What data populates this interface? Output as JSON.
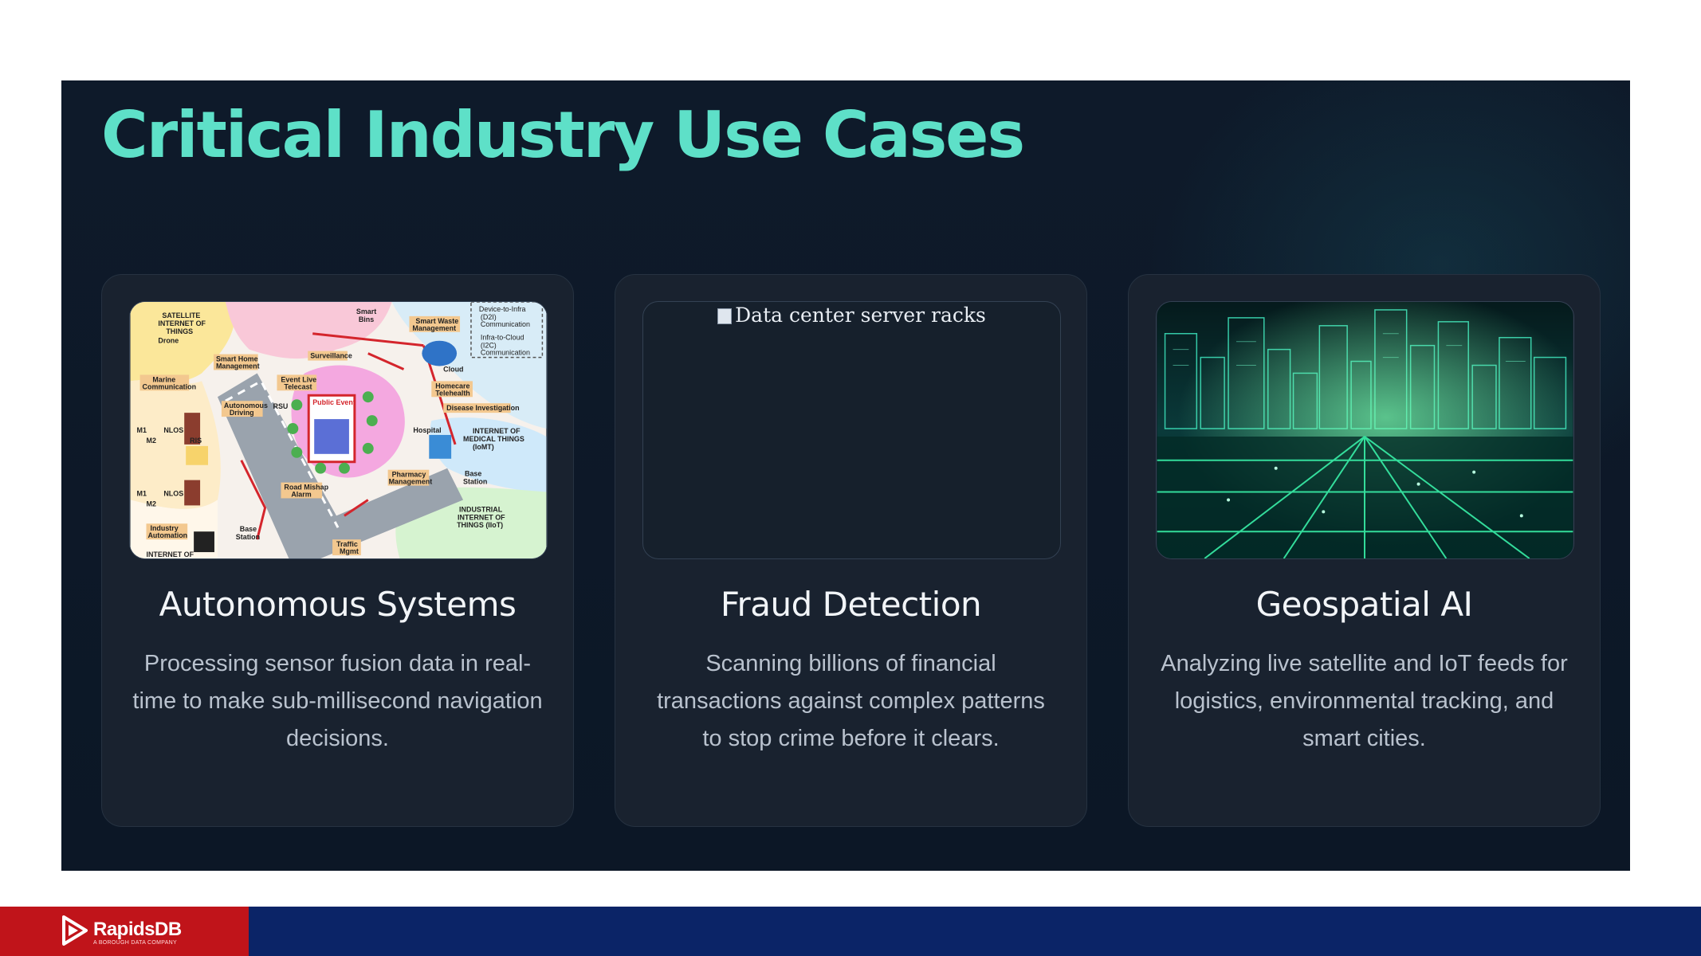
{
  "slide": {
    "title": "Critical Industry Use Cases",
    "cards": [
      {
        "title": "Autonomous Systems",
        "description": "Processing sensor fusion data in real-time to make sub-millisecond navigation decisions.",
        "image": {
          "kind": "diagram",
          "labels": [
            "SATELLITE INTERNET OF THINGS",
            "Drone",
            "Smart Bins",
            "Smart Waste Management",
            "Device-to-Infra (D2I) Communication",
            "Infra-to-Cloud (I2C) Communication",
            "Smart Home Management",
            "Surveillance",
            "Cloud",
            "Marine Communication",
            "Event Live Telecast",
            "Homecare Telehealth",
            "Autonomous Driving",
            "RSU",
            "Public Event",
            "Disease Investigation",
            "M1",
            "M2",
            "NLOS",
            "RIS",
            "Hospital",
            "INTERNET OF MEDICAL THINGS (IoMT)",
            "Road Mishap Alarm",
            "Pharmacy Management",
            "Base Station",
            "Industry Automation",
            "Traffic Mgmt",
            "INDUSTRIAL INTERNET OF THINGS (IIoT)",
            "INTERNET OF"
          ]
        }
      },
      {
        "title": "Fraud Detection",
        "description": "Scanning billions of financial transactions against complex patterns to stop crime before it clears.",
        "image": {
          "kind": "broken",
          "alt": "Data center server racks"
        }
      },
      {
        "title": "Geospatial AI",
        "description": "Analyzing live satellite and IoT feeds for logistics, environmental tracking, and smart cities.",
        "image": {
          "kind": "photo",
          "subject": "glowing-city-grid"
        }
      }
    ]
  },
  "footer": {
    "brand_name": "RapidsDB",
    "brand_tagline": "A BOROUGH DATA COMPANY",
    "logo_icon": "play-triangle-icon"
  },
  "colors": {
    "title": "#5ee0c8",
    "slide_bg": "#0e1a2a",
    "card_bg": "#19222f",
    "footer_blue": "#0b2467",
    "footer_red": "#c0141a"
  }
}
